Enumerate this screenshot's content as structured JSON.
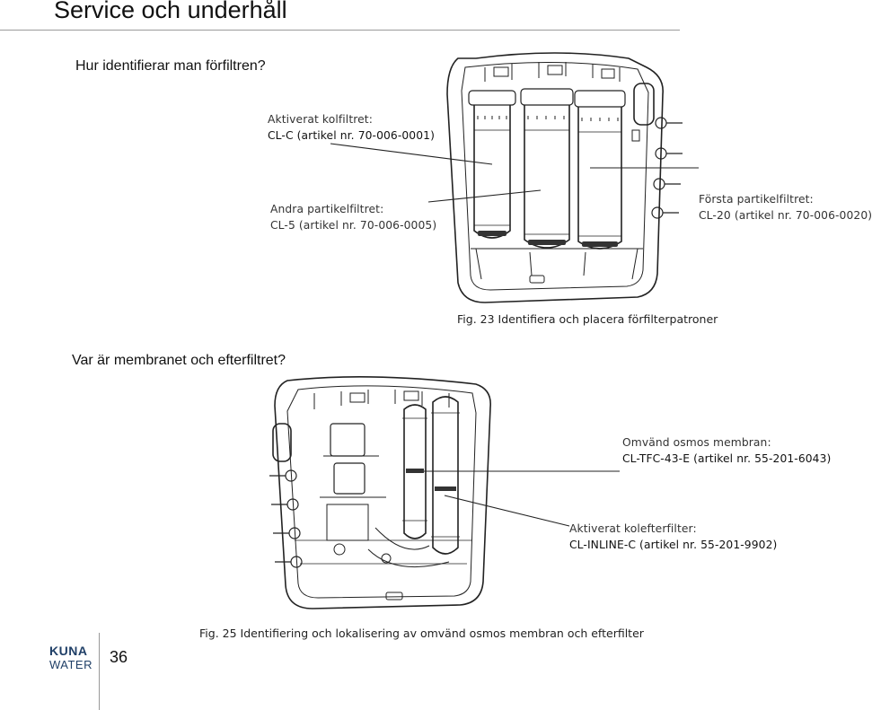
{
  "page": {
    "title": "Service och underhåll",
    "page_number": "36"
  },
  "logo": {
    "line1": "KUNA",
    "line2": "WATER"
  },
  "section1": {
    "heading": "Hur identifierar man förfiltren?",
    "labels": {
      "carbon": {
        "line1": "Aktiverat kolfiltret:",
        "line2": "CL-C (artikel nr. 70-006-0001)"
      },
      "second": {
        "line1": "Andra partikelfiltret:",
        "line2": "CL-5 (artikel nr. 70-006-0005)"
      },
      "first": {
        "line1": "Första partikelfiltret:",
        "line2": "CL-20 (artikel nr. 70-006-0020)"
      }
    },
    "figure_caption": "Fig. 23 Identifiera och placera förfilterpatroner"
  },
  "section2": {
    "heading": "Var är membranet och efterfiltret?",
    "labels": {
      "membrane": {
        "line1": "Omvänd osmos membran:",
        "line2": "CL-TFC-43-E (artikel nr. 55-201-6043)"
      },
      "post": {
        "line1": "Aktiverat kolefterfilter:",
        "line2": "CL-INLINE-C (artikel nr. 55-201-9902)"
      }
    },
    "figure_caption": "Fig. 25 Identifiering och lokalisering av omvänd osmos membran och efterfilter"
  },
  "colors": {
    "logo_blue": "#1f3f67",
    "rule_gray": "#9a9a9a"
  },
  "icons": [
    "prefilter-unit-illustration",
    "membrane-unit-illustration"
  ]
}
